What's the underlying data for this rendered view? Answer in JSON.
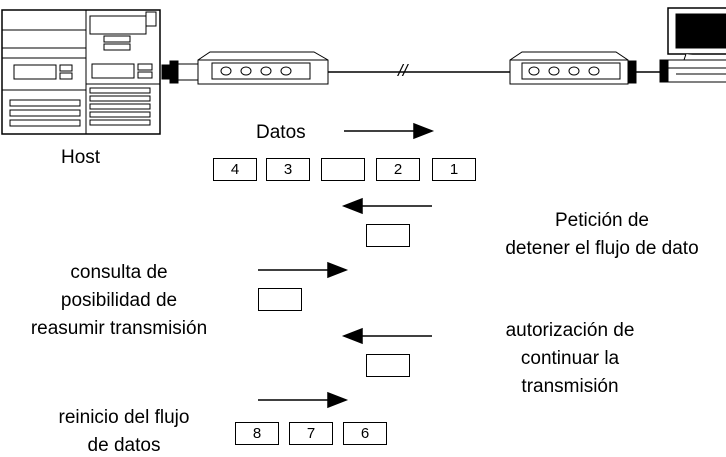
{
  "labels": {
    "host": "Host",
    "datos": "Datos",
    "peticion_line1": "Petición de",
    "peticion_line2": "detener el flujo de dato",
    "consulta_line1": "consulta de",
    "consulta_line2": "posibilidad de",
    "consulta_line3": "reasumir transmisión",
    "autorizacion_line1": "autorización de",
    "autorizacion_line2": "continuar la",
    "autorizacion_line3": "transmisión",
    "reinicio_line1": "reinicio del flujo",
    "reinicio_line2": "de datos",
    "link_break": "//"
  },
  "data_packets_row1": [
    "4",
    "3",
    "",
    "2",
    "1"
  ],
  "data_packets_row2": [
    "8",
    "7",
    "6"
  ],
  "control_packets": [
    "",
    "",
    ""
  ],
  "icons": [
    "host-server-icon",
    "modem-left-icon",
    "modem-right-icon",
    "terminal-computer-icon",
    "arrow-right-icon",
    "arrow-left-icon"
  ]
}
